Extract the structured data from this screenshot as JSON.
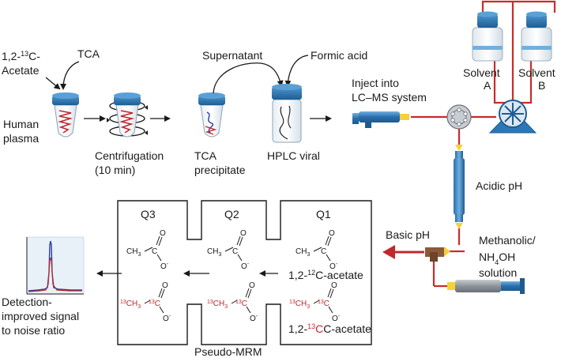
{
  "colors": {
    "cap_blue": "#2b78b8",
    "tube_red": "#c0282d",
    "line_red": "#cc2a2a",
    "yellow": "#f3d23c",
    "arrow_gray": "#1a1a1a",
    "signal_blue": "#2b3a9c"
  },
  "prep": {
    "acetate_label_1": "1,2-",
    "acetate_sup": "13",
    "acetate_label_2": "C-",
    "acetate_label_3": "Acetate",
    "tca_label": "TCA",
    "human_label": "Human",
    "plasma_label": "plasma",
    "centrifugation_label": "Centrifugation",
    "centrifugation_time": "(10 min)",
    "supernatant_label": "Supernatant",
    "formic_label": "Formic acid",
    "tca_precip_1": "TCA",
    "tca_precip_2": "precipitate",
    "hplc_label": "HPLC viral"
  },
  "lc": {
    "inject_1": "Inject into",
    "inject_2": "LC–MS system",
    "solvent_a_1": "Solvent",
    "solvent_a_2": "A",
    "solvent_b_1": "Solvent",
    "solvent_b_2": "B",
    "acidic_label": "Acidic pH",
    "basic_label": "Basic pH",
    "methanolic_1": "Methanolic/",
    "methanolic_2a": "NH",
    "methanolic_2sub": "4",
    "methanolic_2b": "OH",
    "methanolic_3": "solution"
  },
  "ms": {
    "q1_label": "Q1",
    "q2_label": "Q2",
    "q3_label": "Q3",
    "acetate12_a": "1,2-",
    "acetate12_sup": "12",
    "acetate12_b": "C-acetate",
    "acetate13_a": "1,2-",
    "acetate13_sup": "13",
    "acetate13_b": "C-acetate",
    "pseudo_label": "Pseudo-MRM",
    "chem_ch": "CH",
    "chem_sub3": "3",
    "chem_c": "C",
    "chem_o": "O",
    "chem_ominus": "O",
    "chem_minus": "-",
    "chem_13": "13"
  },
  "detection": {
    "line_1": "Detection-",
    "line_2": "improved signal",
    "line_3": "to noise ratio"
  }
}
